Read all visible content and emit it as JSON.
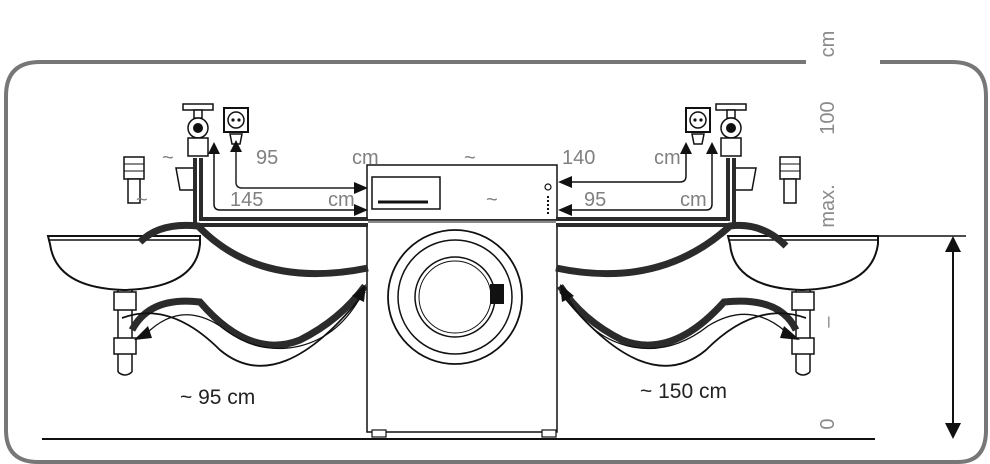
{
  "labels": {
    "left_upper_tilde": "~",
    "left_upper_value": "95",
    "left_upper_unit": "cm",
    "center_upper_tilde": "~",
    "right_upper_value": "140",
    "right_upper_unit": "cm",
    "left_lower_tilde": "~",
    "left_lower_value": "145",
    "left_lower_unit": "cm",
    "center_lower_tilde": "~",
    "right_lower_value": "95",
    "right_lower_unit": "cm",
    "left_drain": "~ 95 cm",
    "right_drain": "~ 150 cm"
  },
  "height_scale": {
    "unit": "cm",
    "top": "100",
    "max": "max.",
    "dash": "–",
    "zero": "0"
  },
  "colors": {
    "frame": "#777777",
    "line": "#111111",
    "hose": "#2b2b2b",
    "text_grey": "#808080",
    "text_dark": "#222222"
  }
}
